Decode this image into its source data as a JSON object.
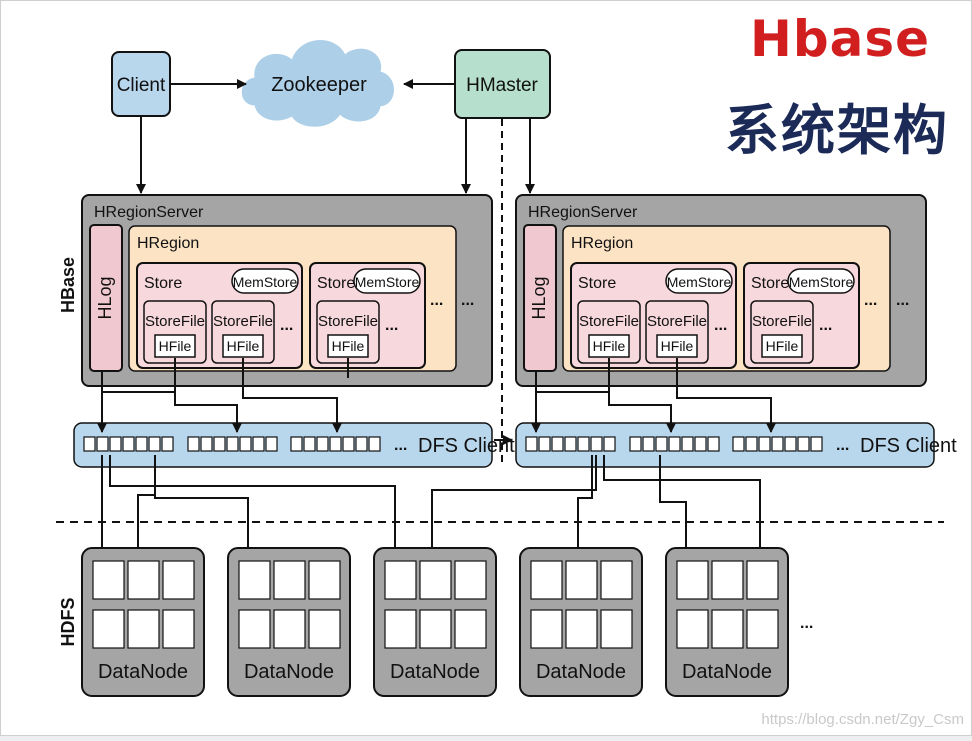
{
  "title": {
    "line1": "Hbase",
    "line2": "系统架构"
  },
  "top": {
    "client": "Client",
    "zookeeper": "Zookeeper",
    "hmaster": "HMaster"
  },
  "side_labels": {
    "hbase": "HBase",
    "hdfs": "HDFS"
  },
  "region_server": {
    "label": "HRegionServer",
    "hlog": "HLog",
    "hregion": "HRegion",
    "store": "Store",
    "memstore": "MemStore",
    "storefile": "StoreFile",
    "hfile": "HFile",
    "ellipsis": "..."
  },
  "dfs_client": "DFS Client",
  "datanode": "DataNode",
  "watermark": "https://blog.csdn.net/Zgy_Csm",
  "colors": {
    "client_fill": "#b8d6ec",
    "hmaster_fill": "#b6e0cd",
    "server_fill": "#a5a5a5",
    "hlog_fill": "#f0c8cf",
    "hregion_fill": "#fbe3c4",
    "store_fill": "#f6d8dd",
    "dfs_fill": "#b8d6ec",
    "datanode_fill": "#a5a5a5",
    "title_red": "#d11f1f",
    "title_navy": "#1b2a57"
  }
}
